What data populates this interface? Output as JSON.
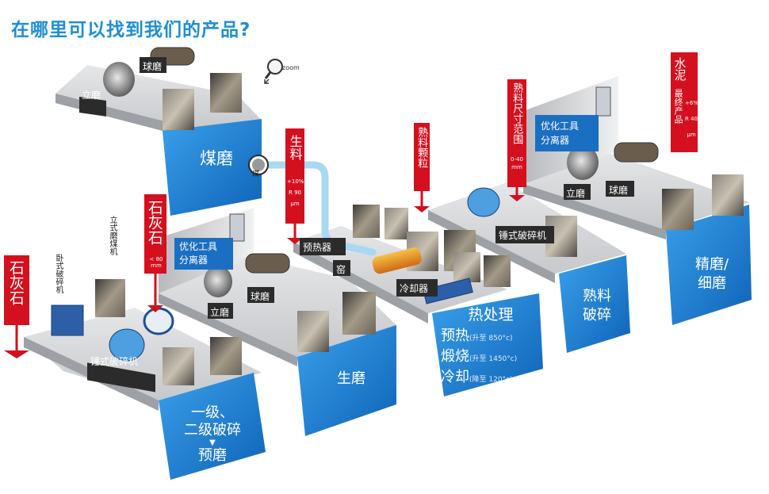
{
  "title": "在哪里可以找到我们的产品?",
  "zoom": {
    "label": "zoom",
    "icon": "magnifier-icon"
  },
  "colors": {
    "blue": "#1e80d2",
    "red": "#d4101e",
    "floor": "#d7d8da",
    "title": "#1d8fd6",
    "pipe": "#a9d9f2"
  },
  "stages": {
    "coal": "煤磨",
    "raw": "生磨",
    "crush_line1": "一级、",
    "crush_line2": "二级破碎",
    "crush_line3": "预磨",
    "heat_title": "热处理",
    "heat_preheat": "预热",
    "heat_preheat_note": "(升至 850°c)",
    "heat_calcine": "煅烧",
    "heat_calcine_note": "(升至 1450°c)",
    "heat_cool": "冷却",
    "heat_cool_note": "(降至 120°c)",
    "clinker_line1": "熟料",
    "clinker_line2": "破碎",
    "finish_line1": "精磨/",
    "finish_line2": "细磨"
  },
  "equipment": {
    "coal_vertical": "立磨",
    "coal_ball": "球磨",
    "vertical": "立磨",
    "ball": "球磨",
    "optimizer_line1": "优化工具",
    "optimizer_line2": "分离器",
    "hammer1": "锤式破碎机",
    "horizontal_crusher": "卧式破碎机",
    "vertical_coal_mill": "立式磨煤机",
    "preheater": "预热器",
    "kiln": "窑",
    "cooler": "冷却器",
    "hammer2": "锤式破碎机",
    "finish_optimizer_line1": "优化工具",
    "finish_optimizer_line2": "分离器",
    "finish_vertical": "立磨",
    "finish_ball": "球磨",
    "coal_ball_badge": "煤"
  },
  "flags": {
    "limestone_left": "石灰石",
    "limestone_mid": "石灰石",
    "limestone_mid_size": "< 80 mm",
    "raw_material": "生料",
    "raw_material_spec1": "+10%",
    "raw_material_spec2": "R 90",
    "raw_material_spec3": "μm",
    "clinker_granule": "熟料颗粒",
    "clinker_size": "熟料尺寸范围",
    "clinker_size_spec": "0-40 mm",
    "cement": "水泥",
    "cement_final": "最终产品",
    "cement_spec1": "+6%",
    "cement_spec2": "R 40",
    "cement_spec3": "μm"
  }
}
